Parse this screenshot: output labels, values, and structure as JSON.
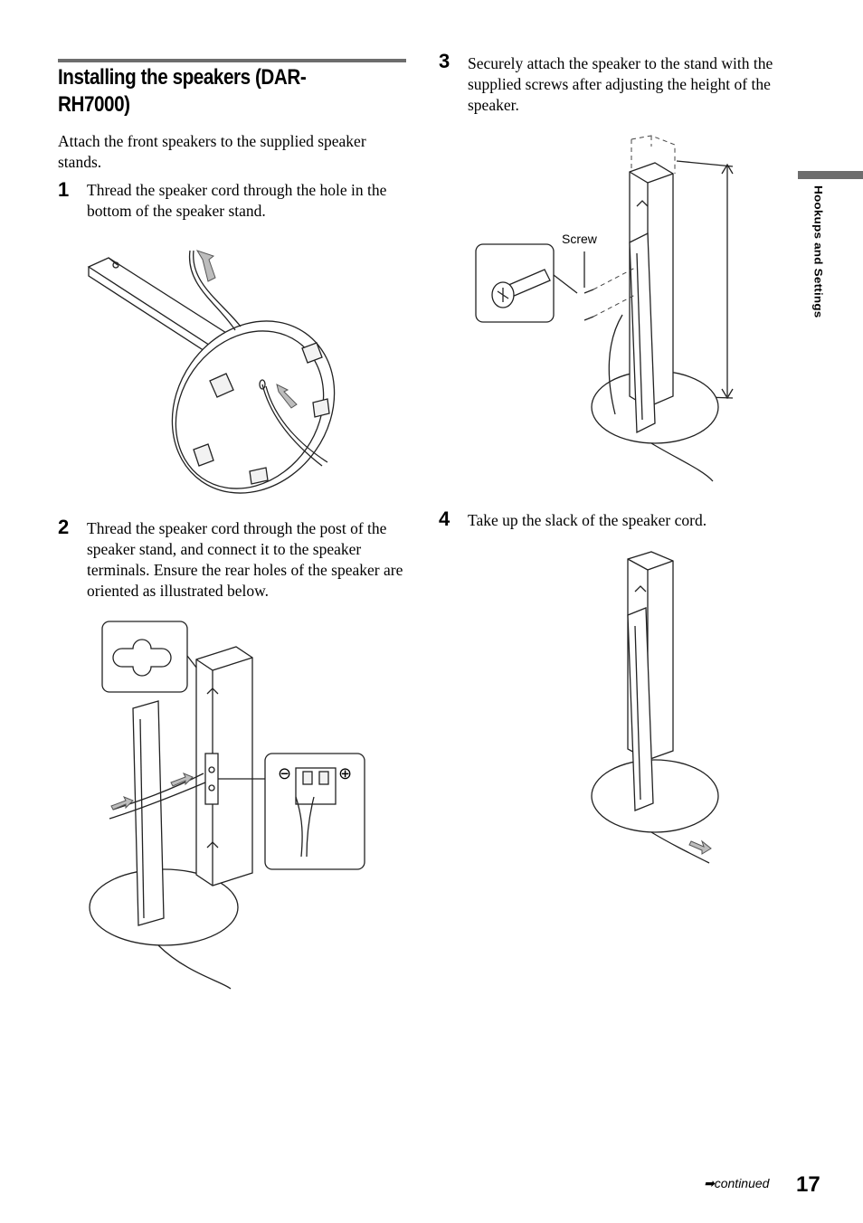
{
  "section": {
    "title": "Installing the speakers (DAR-RH7000)",
    "intro": "Attach the front speakers to the supplied speaker stands."
  },
  "steps": [
    {
      "number": "1",
      "text": "Thread the speaker cord through the hole in the bottom of the speaker stand."
    },
    {
      "number": "2",
      "text": "Thread the speaker cord through the post of the speaker stand, and connect it to the speaker terminals. Ensure the rear holes of the speaker are oriented as illustrated below."
    },
    {
      "number": "3",
      "text": "Securely attach the speaker to the stand with the supplied screws after adjusting the height of the speaker."
    },
    {
      "number": "4",
      "text": "Take up the slack of the speaker cord."
    }
  ],
  "figures": {
    "screw_label": "Screw",
    "minus_symbol": "⊖",
    "plus_symbol": "⊕"
  },
  "side_tab": {
    "label": "Hookups and Settings"
  },
  "footer": {
    "continued_arrow": "➡",
    "continued": "continued",
    "page_number": "17"
  }
}
